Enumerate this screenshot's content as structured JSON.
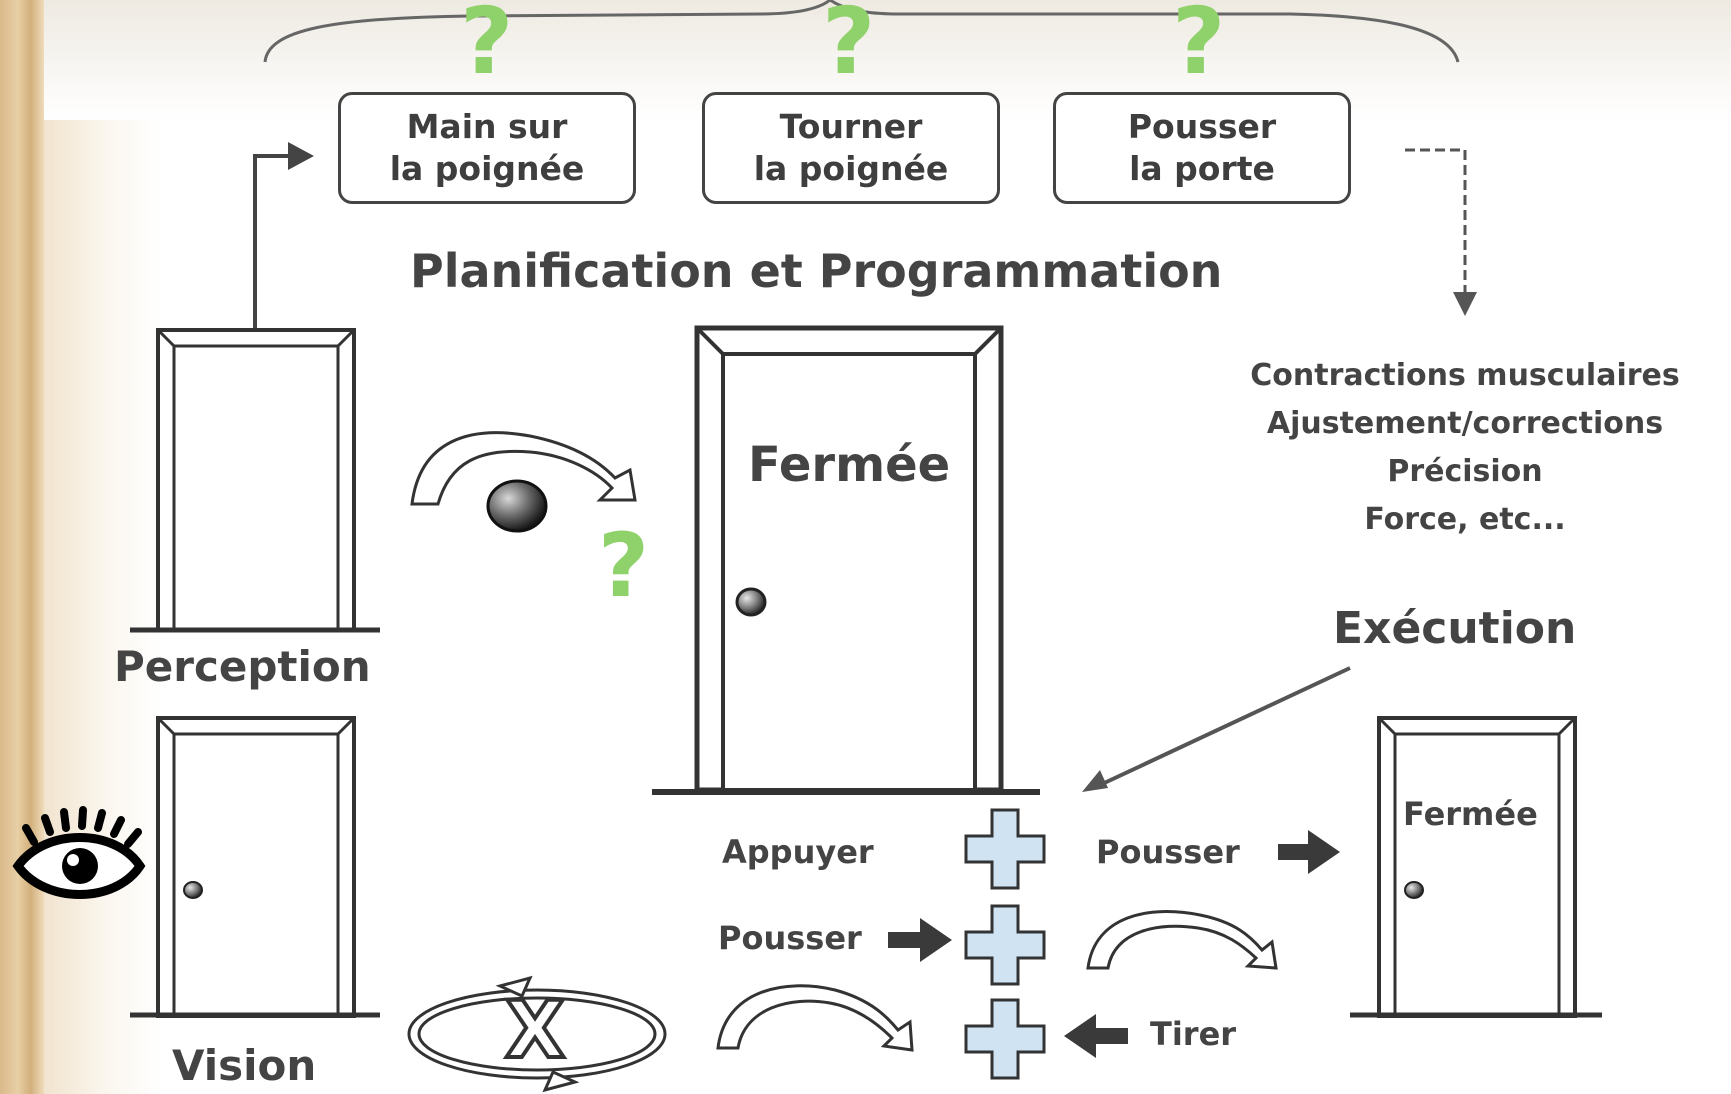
{
  "colors": {
    "ink": "#444444",
    "question_green": "#8fd16a",
    "plus_blue": "#cfe3f3",
    "knob_gray": "#808080",
    "parchment": "#e3c79b"
  },
  "steps": [
    {
      "line1": "Main sur",
      "line2": "la poignée"
    },
    {
      "line1": "Tourner",
      "line2": "la poignée"
    },
    {
      "line1": "Pousser",
      "line2": "la porte"
    }
  ],
  "question_mark": "?",
  "planning_label": "Planification et Programmation",
  "perception_label": "Perception",
  "vision_label": "Vision",
  "door_closed_label": "Fermée",
  "result_door_label": "Fermée",
  "execution_label": "Exécution",
  "execution_details": [
    "Contractions musculaires",
    "Ajustement/corrections",
    "Précision",
    "Force, etc..."
  ],
  "actions": {
    "press": "Appuyer",
    "push_1": "Pousser",
    "push_2": "Pousser",
    "pull": "Tirer"
  },
  "cross_mark": "X",
  "icons": [
    "eye-icon",
    "rotate-arrow-icon",
    "door-knob-icon",
    "plus-icon",
    "arrow-right-icon",
    "arrow-left-icon",
    "circular-arrows-icon"
  ]
}
